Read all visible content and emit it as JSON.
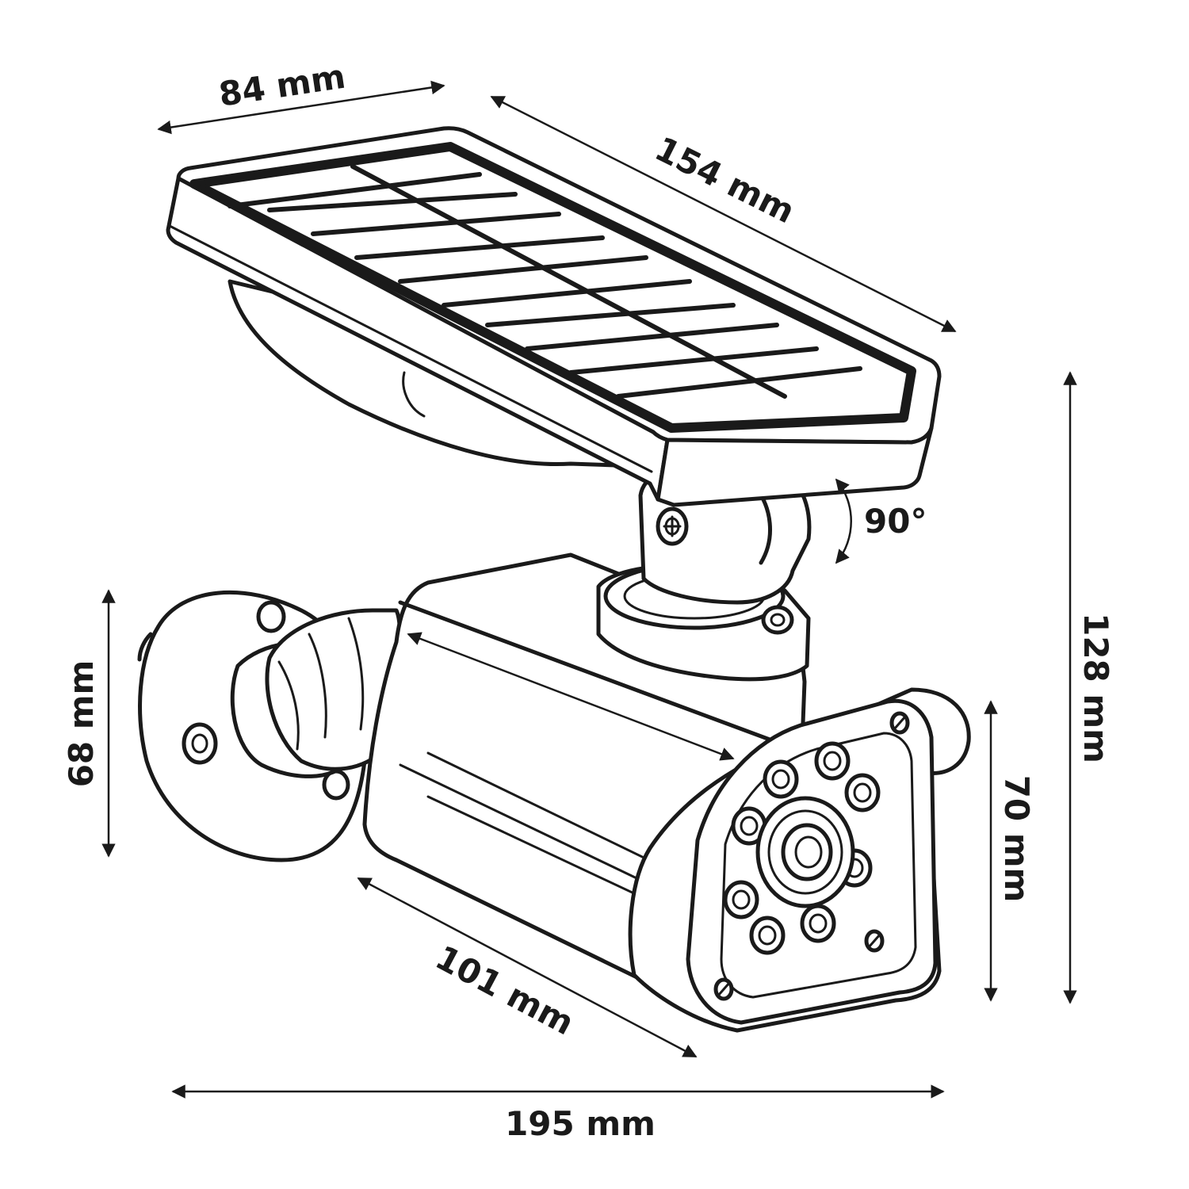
{
  "dimensions": {
    "panel_width": "84 mm",
    "panel_length": "154 mm",
    "tilt_angle": "90°",
    "total_height": "128 mm",
    "mount_height": "68 mm",
    "body_height": "70 mm",
    "body_length": "101 mm",
    "total_length": "195 mm"
  }
}
